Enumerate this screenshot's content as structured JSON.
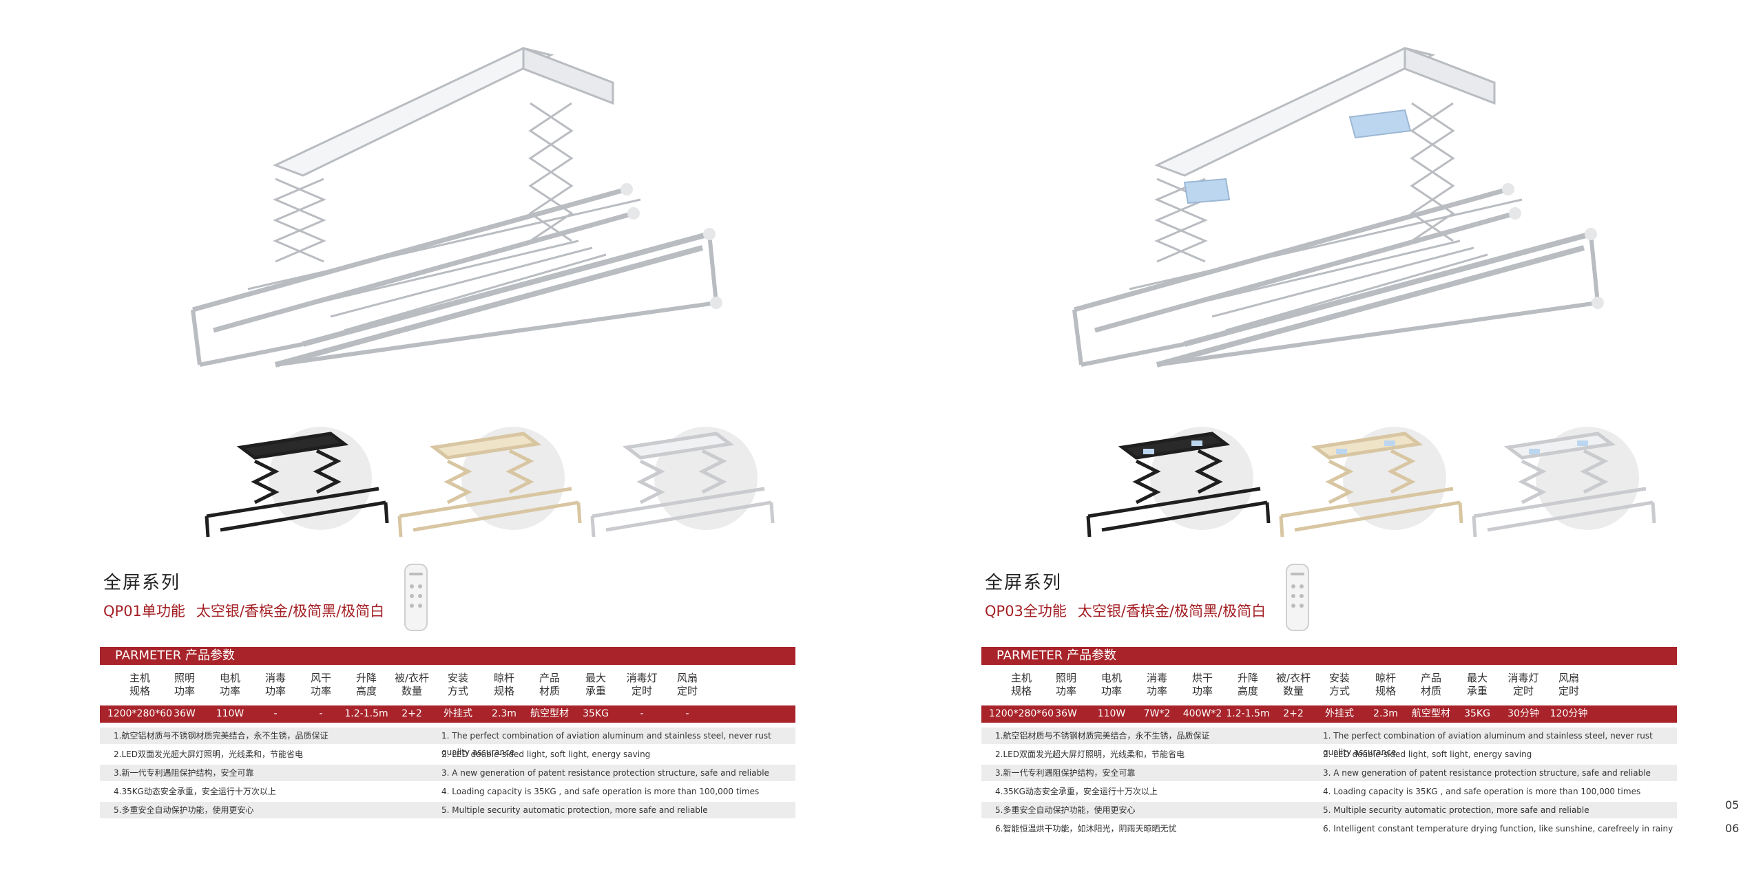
{
  "pages": [
    {
      "series_title": "全屏系列",
      "model": "QP01单功能",
      "colors": "太空银/香槟金/极简黑/极简白",
      "param_label": "PARMETER 产品参数",
      "headers": [
        [
          "主机",
          "规格"
        ],
        [
          "照明",
          "功率"
        ],
        [
          "电机",
          "功率"
        ],
        [
          "消毒",
          "功率"
        ],
        [
          "风干",
          "功率"
        ],
        [
          "升降",
          "高度"
        ],
        [
          "被/衣杆",
          "数量"
        ],
        [
          "安装",
          "方式"
        ],
        [
          "晾杆",
          "规格"
        ],
        [
          "产品",
          "材质"
        ],
        [
          "最大",
          "承重"
        ],
        [
          "消毒灯",
          "定时"
        ],
        [
          "风扇",
          "定时"
        ]
      ],
      "specs": [
        "1200*280*60",
        "36W",
        "110W",
        "-",
        "-",
        "1.2-1.5m",
        "2+2",
        "外挂式",
        "2.3m",
        "航空型材",
        "35KG",
        "-",
        "-"
      ],
      "features": [
        {
          "cn": "1.航空铝材质与不锈钢材质完美结合，永不生锈，品质保证",
          "en": "1. The perfect combination of aviation aluminum and stainless steel, never rust quality assurance"
        },
        {
          "cn": "2.LED双面发光超大屏灯照明，光线柔和，节能省电",
          "en": "2. LED double-sided light, soft light, energy saving"
        },
        {
          "cn": "3.新一代专利遇阻保护结构，安全可靠",
          "en": "3. A new generation of patent resistance protection structure, safe and reliable"
        },
        {
          "cn": "4.35KG动态安全承重，安全运行十万次以上",
          "en": "4. Loading capacity is 35KG , and safe operation is more than 100,000 times"
        },
        {
          "cn": "5.多重安全自动保护功能，使用更安心",
          "en": "5. Multiple security automatic protection, more safe and reliable"
        }
      ]
    },
    {
      "series_title": "全屏系列",
      "model": "QP03全功能",
      "colors": "太空银/香槟金/极简黑/极简白",
      "param_label": "PARMETER 产品参数",
      "headers": [
        [
          "主机",
          "规格"
        ],
        [
          "照明",
          "功率"
        ],
        [
          "电机",
          "功率"
        ],
        [
          "消毒",
          "功率"
        ],
        [
          "烘干",
          "功率"
        ],
        [
          "升降",
          "高度"
        ],
        [
          "被/衣杆",
          "数量"
        ],
        [
          "安装",
          "方式"
        ],
        [
          "晾杆",
          "规格"
        ],
        [
          "产品",
          "材质"
        ],
        [
          "最大",
          "承重"
        ],
        [
          "消毒灯",
          "定时"
        ],
        [
          "风扇",
          "定时"
        ]
      ],
      "specs": [
        "1200*280*60",
        "36W",
        "110W",
        "7W*2",
        "400W*2",
        "1.2-1.5m",
        "2+2",
        "外挂式",
        "2.3m",
        "航空型材",
        "35KG",
        "30分钟",
        "120分钟"
      ],
      "features": [
        {
          "cn": "1.航空铝材质与不锈钢材质完美结合，永不生锈，品质保证",
          "en": "1. The perfect combination of aviation aluminum and stainless steel, never rust quality assurance"
        },
        {
          "cn": "2.LED双面发光超大屏灯照明，光线柔和，节能省电",
          "en": "2. LED double-sided light, soft light, energy saving"
        },
        {
          "cn": "3.新一代专利遇阻保护结构，安全可靠",
          "en": "3. A new generation of patent resistance protection structure, safe and reliable"
        },
        {
          "cn": "4.35KG动态安全承重，安全运行十万次以上",
          "en": "4. Loading capacity is 35KG , and safe operation is more than 100,000 times"
        },
        {
          "cn": "5.多重安全自动保护功能，使用更安心",
          "en": "5. Multiple security automatic protection, more safe and reliable"
        },
        {
          "cn": "6.智能恒温烘干功能，如沐阳光，阴雨天晾晒无忧",
          "en": "6. Intelligent constant temperature drying function, like sunshine, carefreely in rainy"
        }
      ]
    }
  ],
  "page_numbers": [
    "05",
    "06"
  ],
  "accent_color": "#a8242a",
  "variant_colors": [
    "#1f1f1f",
    "#d8c6a2",
    "#d9d9d9"
  ],
  "icons": [
    "drying-rack-illustration",
    "remote-control-icon"
  ]
}
